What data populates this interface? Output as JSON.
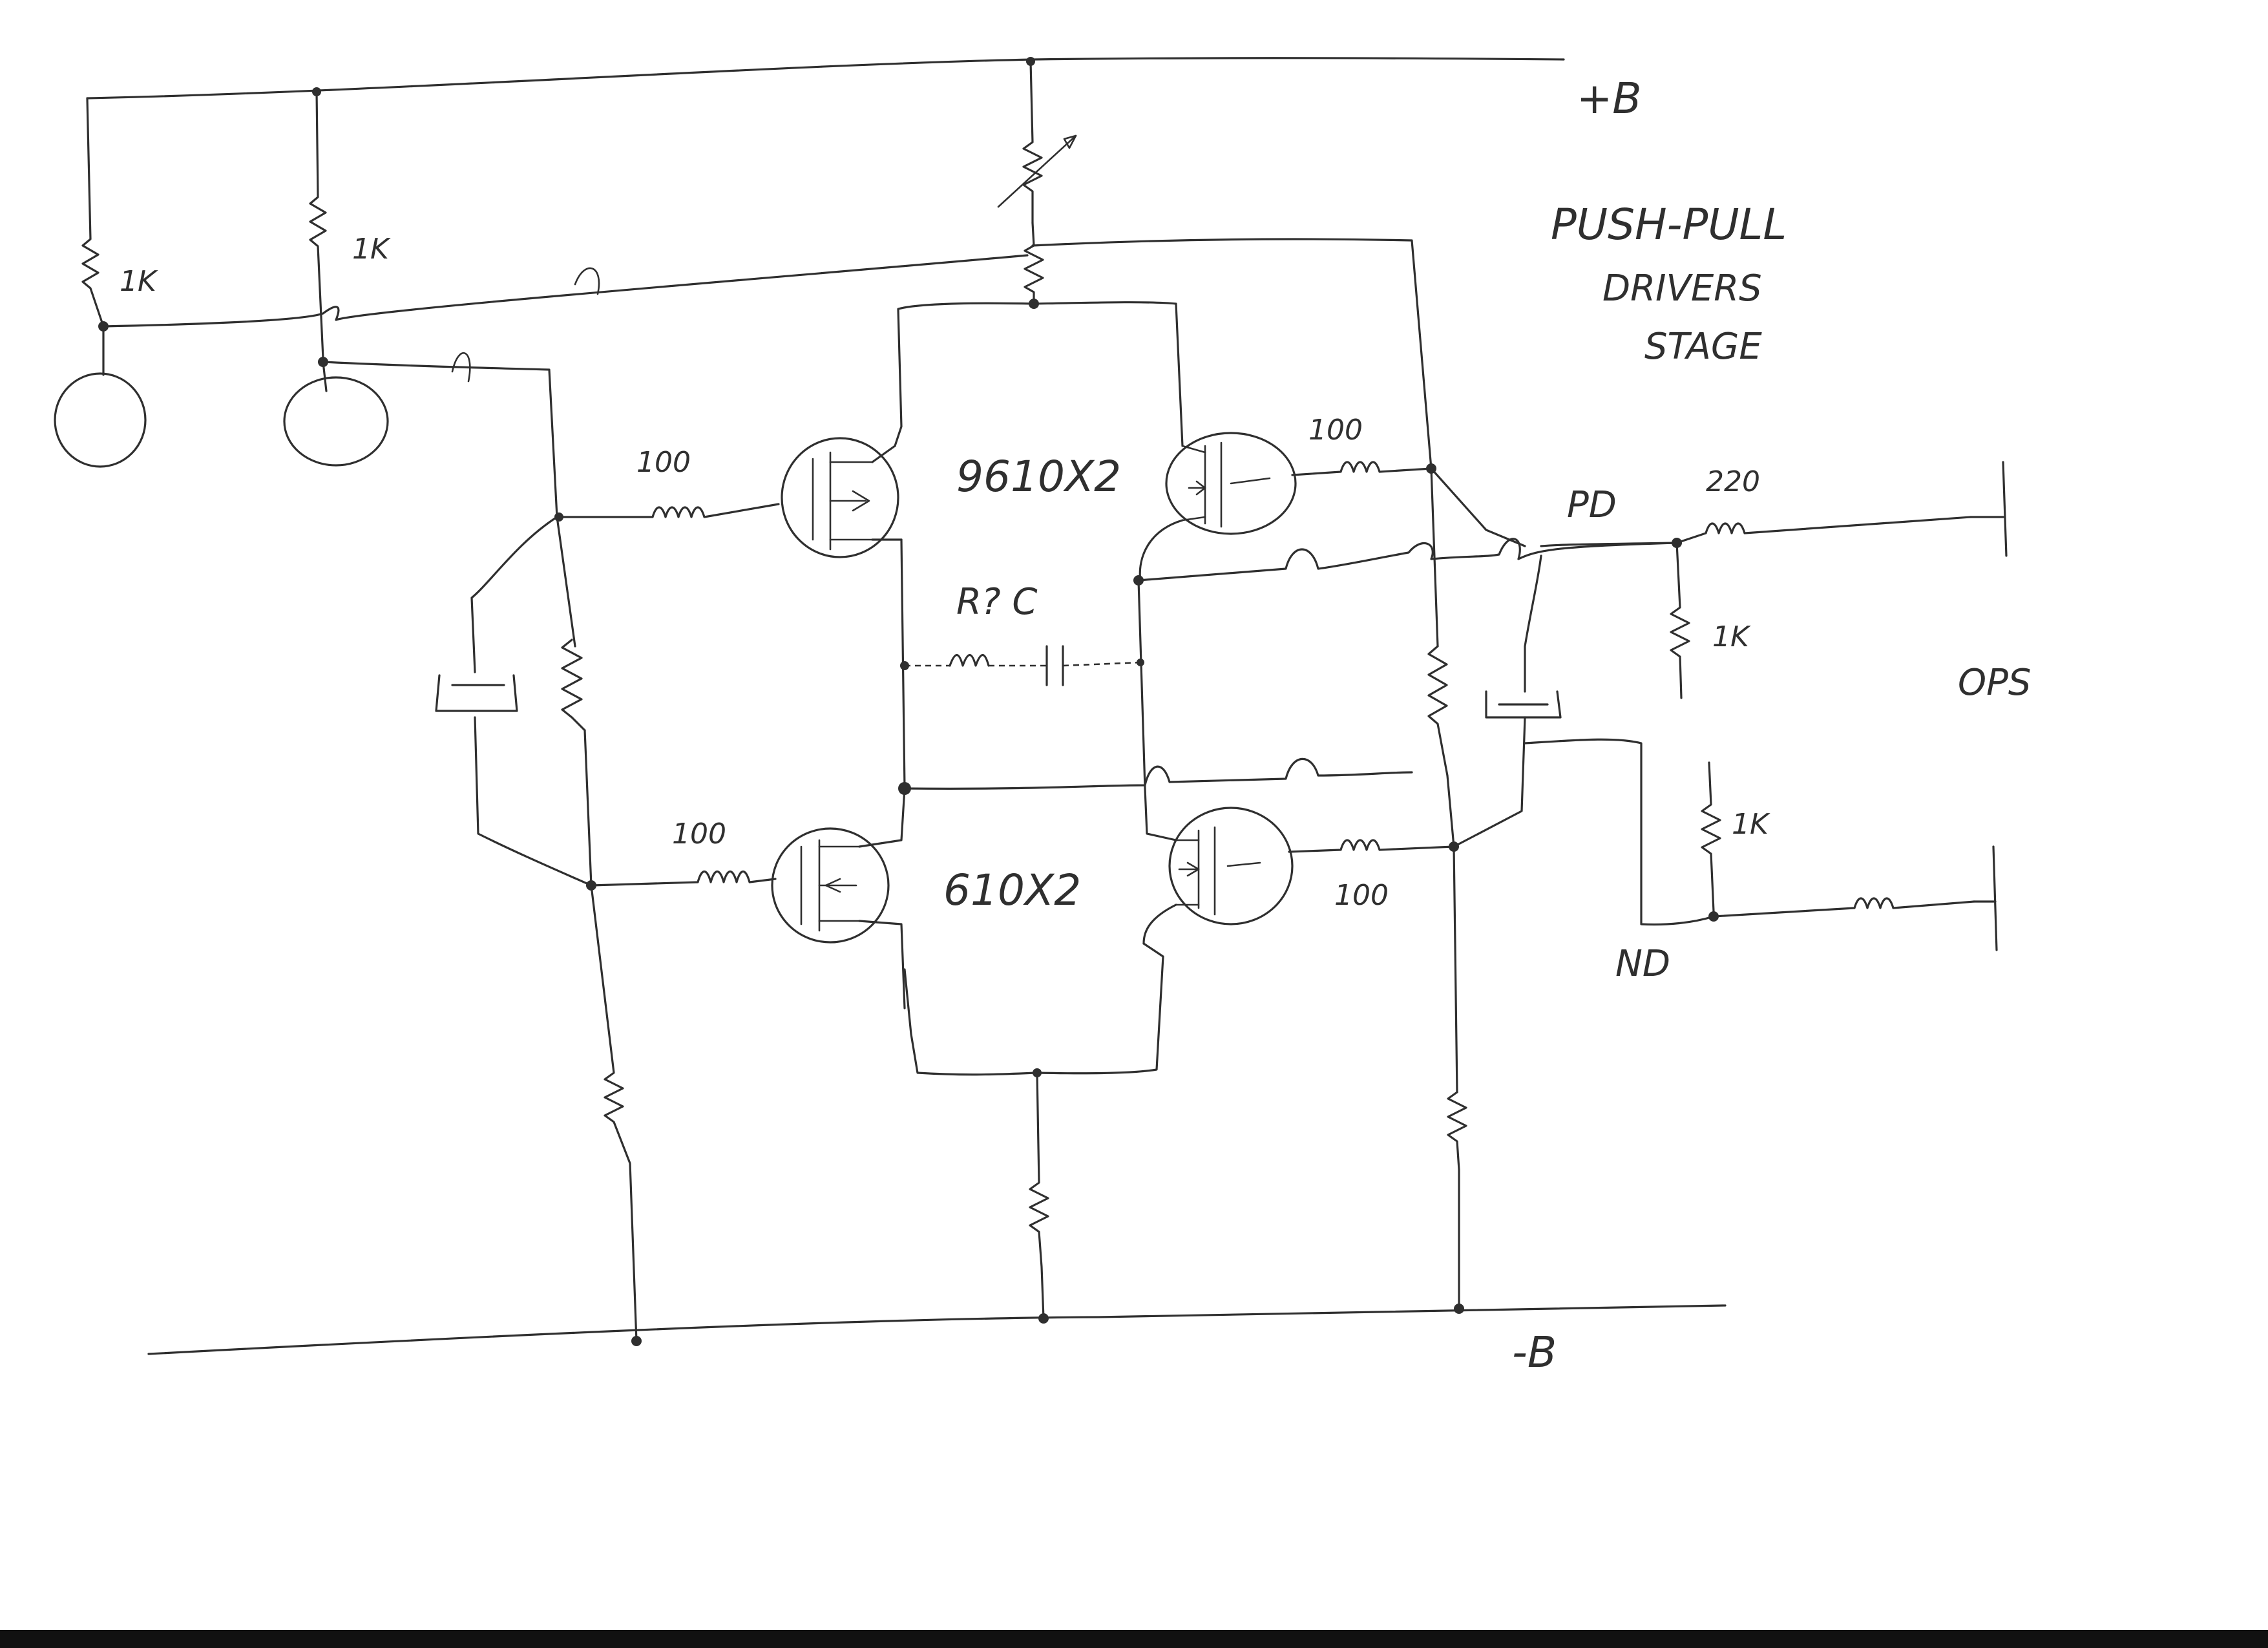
{
  "labels": {
    "plus_b": "+B",
    "minus_b": "-B",
    "title_line1": "PUSH-PULL",
    "title_line2": "DRIVERS",
    "title_line3": "STAGE",
    "r_top_left": "1K",
    "r_top_mid": "1K",
    "r_gate_ul": "100",
    "r_gate_ll": "100",
    "r_gate_ur": "100",
    "r_gate_lr": "100",
    "mosfet_upper": "9610X2",
    "mosfet_lower": "610X2",
    "rc_label": "R? C",
    "pd": "PD",
    "nd": "ND",
    "r_out": "220",
    "r_out_1k_a": "1K",
    "r_out_1k_b": "1K",
    "ops": "OPS"
  }
}
